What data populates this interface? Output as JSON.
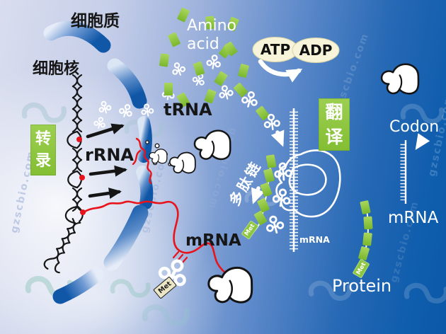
{
  "diagram": {
    "topic_labels": {
      "cytoplasm": "细胞质",
      "nucleus": "细胞核",
      "transcription": "转录",
      "translation": "翻译",
      "rrna": "rRNA",
      "trna": "tRNA",
      "mrna_nuclear": "mRNA",
      "amino_acid": "Amino acid",
      "atp": "ATP",
      "adp": "ADP",
      "polypeptide_chain": "多肽链",
      "mrna_at_ribosome": "mRNA",
      "codon": "Codon",
      "mrna_cytoplasm": "mRNA",
      "protein": "Protein",
      "met_trna": "Met",
      "met_polypeptide": "Met",
      "met_protein": "Met"
    },
    "colors": {
      "amino_acid_green": "#8cc63f",
      "process_box_green": "#8cc63f",
      "mrna_red": "#e8131b",
      "atp_oval_cream": "#f7f4da",
      "nuclear_envelope_blue": "#1560ae",
      "background_dark_blue": "#0f5dad",
      "background_light": "#d9ddee"
    },
    "watermark": "gzscbio.com",
    "icons": {
      "trna_icon": "cloverleaf",
      "glove_hand_icon": "mitten-shape",
      "swirl_logo_icon": "s-swirl",
      "arrow_icon": "arrow"
    }
  }
}
